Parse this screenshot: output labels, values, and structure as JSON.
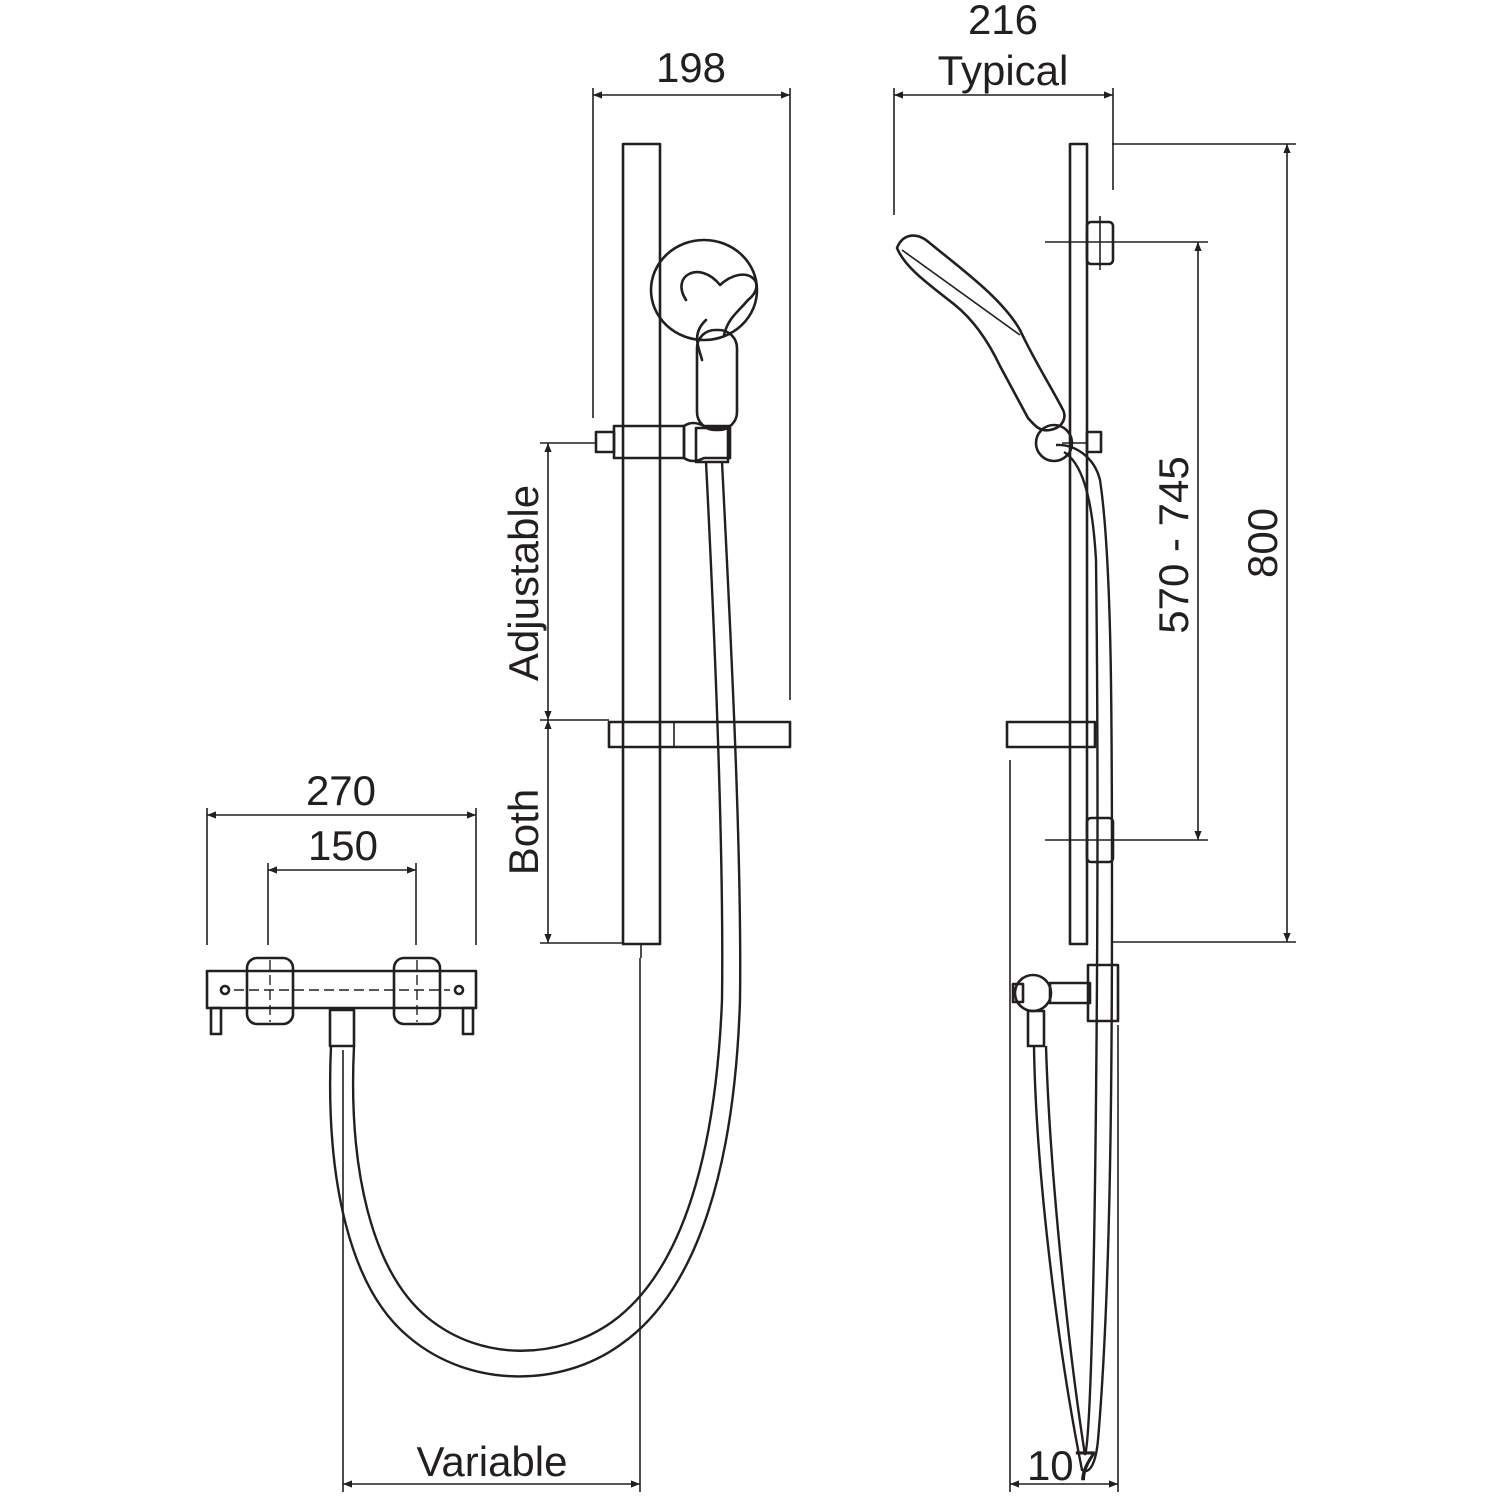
{
  "front_view": {
    "dim_width_kit": "198",
    "dim_width_valve": "270",
    "dim_centres": "150",
    "label_adjustable": "Adjustable",
    "label_both": "Both",
    "label_hose": "Variable"
  },
  "side_view": {
    "dim_projection_value": "216",
    "dim_projection_label": "Typical",
    "dim_bracket_centres": "570 - 745",
    "dim_rail_length": "800",
    "dim_valve_depth": "107"
  },
  "colors": {
    "line": "#231f20",
    "background": "#ffffff"
  }
}
